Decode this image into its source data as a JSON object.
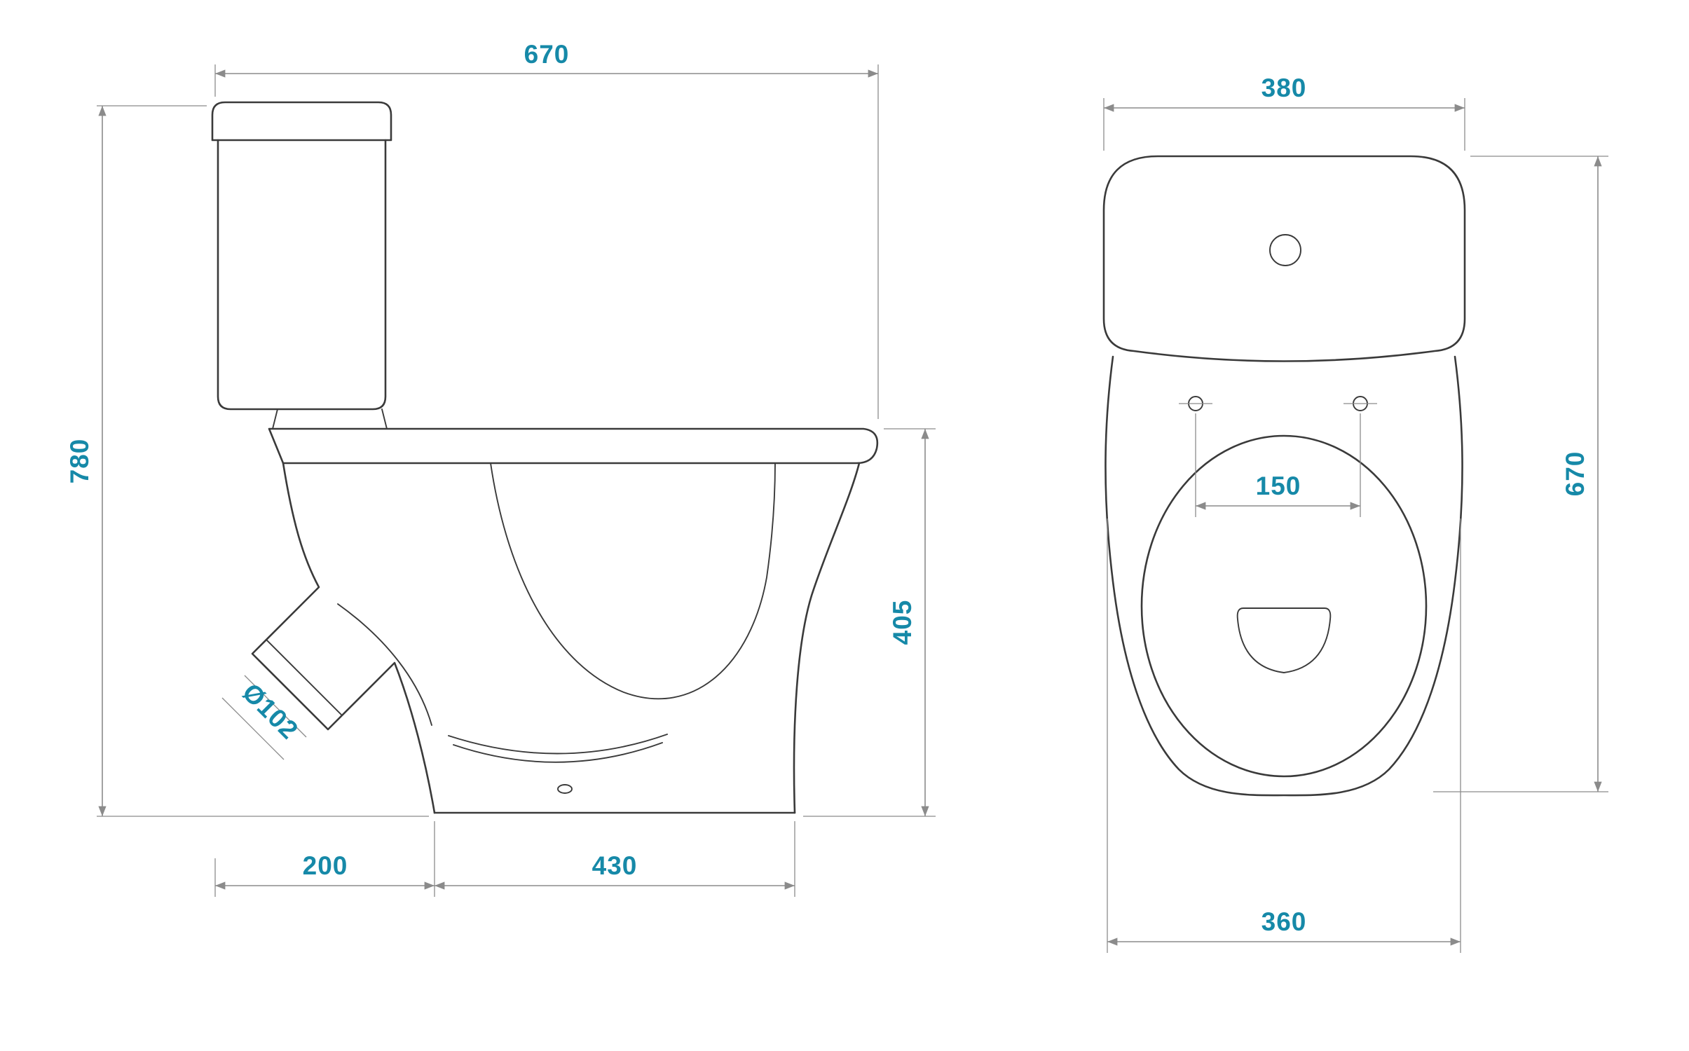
{
  "drawing": {
    "background": "#ffffff",
    "outline_color": "#3a3a3a",
    "dimension_line_color": "#8b8b8b",
    "dimension_text_color": "#1689a8"
  },
  "side_view": {
    "dim_width_total": "670",
    "dim_height_total": "780",
    "dim_bowl_height": "405",
    "dim_back_to_base": "200",
    "dim_base_length": "430",
    "dim_outlet_diameter": "Ø102"
  },
  "top_view": {
    "dim_tank_width": "380",
    "dim_depth_total": "670",
    "dim_hinge_spacing": "150",
    "dim_bowl_width": "360"
  }
}
